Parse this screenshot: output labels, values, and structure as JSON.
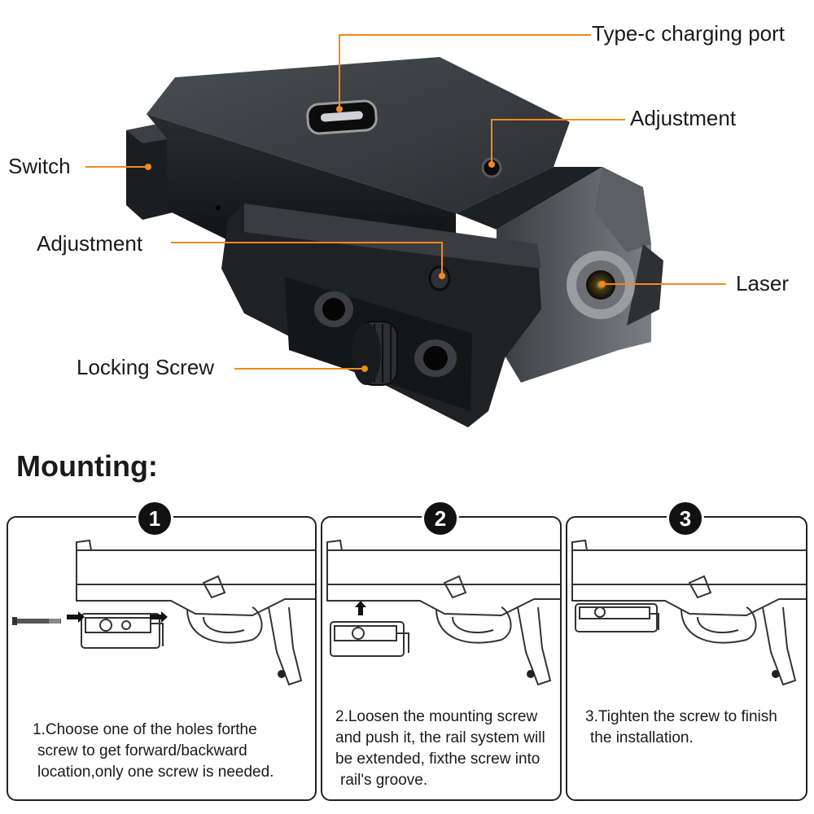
{
  "callouts": {
    "charging_port": "Type-c charging port",
    "adjustment_top": "Adjustment",
    "switch": "Switch",
    "adjustment_side": "Adjustment",
    "laser": "Laser",
    "locking_screw": "Locking Screw"
  },
  "mounting": {
    "title": "Mounting:",
    "steps": [
      {
        "number": "1",
        "lines": [
          "1.Choose one of the holes forthe",
          "screw to get forward/backward",
          "location,only one screw is needed."
        ]
      },
      {
        "number": "2",
        "lines": [
          "2.Loosen the mounting screw",
          "and push it, the rail system will",
          "be extended, fixthe screw into",
          "rail's groove."
        ]
      },
      {
        "number": "3",
        "lines": [
          "3.Tighten the screw to finish",
          "the installation."
        ]
      }
    ]
  },
  "colors": {
    "accent": "#f08a1c",
    "device": "#2a2c30",
    "text": "#1a1a1a"
  }
}
